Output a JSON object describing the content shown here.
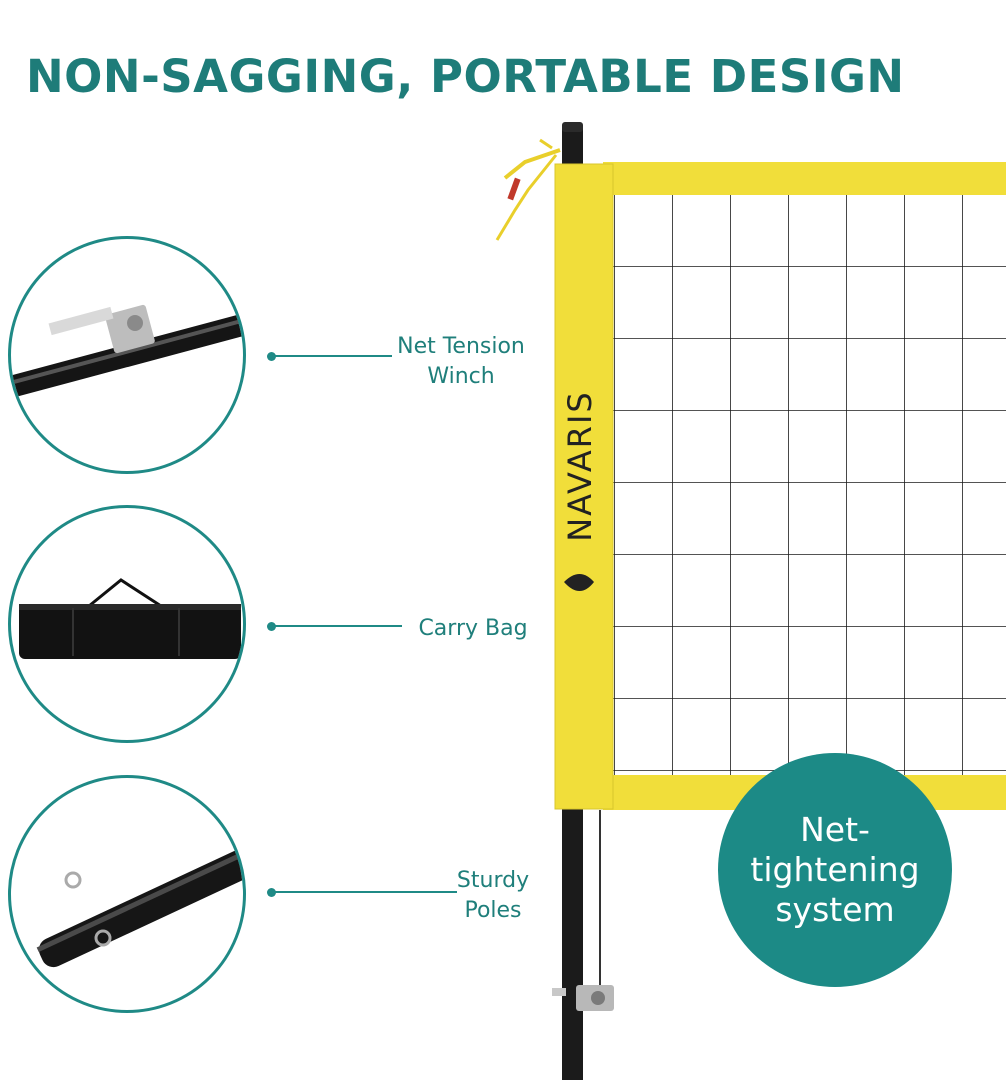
{
  "header": {
    "title": "NON-SAGGING, PORTABLE DESIGN"
  },
  "callouts": [
    {
      "label": "Net Tension Winch"
    },
    {
      "label": "Carry Bag"
    },
    {
      "label": "Sturdy Poles"
    }
  ],
  "product": {
    "brand": "NAVARIS",
    "badge": "Net-tightening system"
  },
  "colors": {
    "accent": "#1f8a86",
    "title": "#1e7c79",
    "net_band": "#f1de3a",
    "badge_bg": "#1c8a86"
  }
}
